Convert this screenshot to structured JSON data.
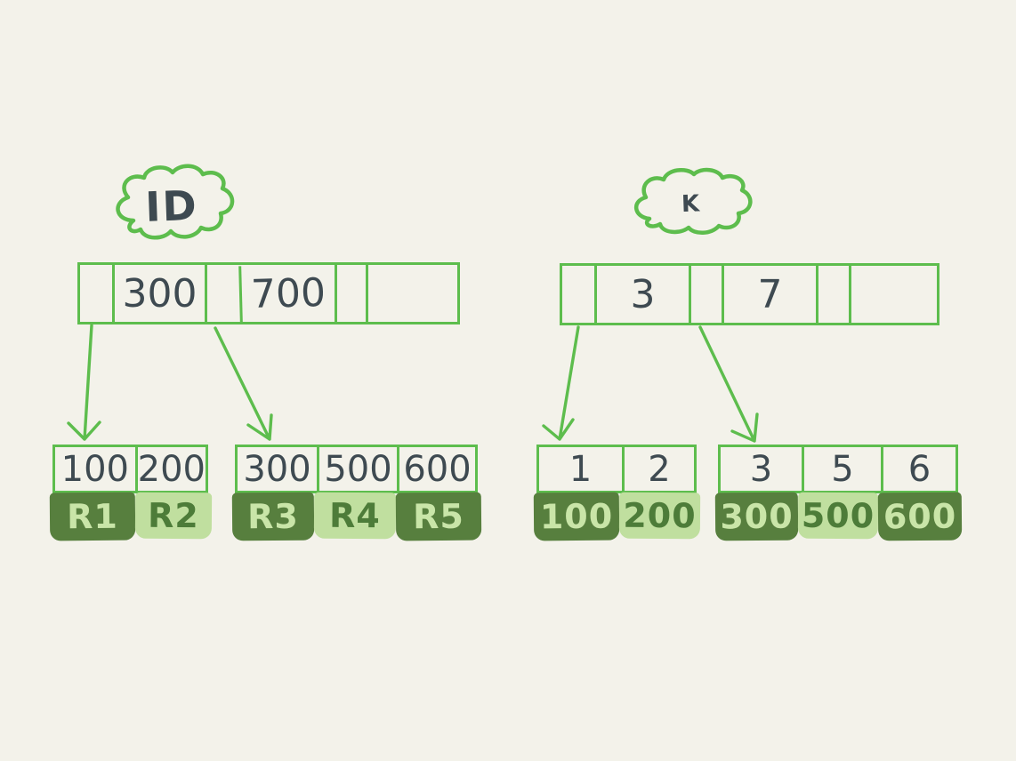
{
  "palette": {
    "background": "#f3f2ea",
    "line_green": "#5dbd4d",
    "dark_green_fill": "#577f3e",
    "light_green_fill": "#c0df9f",
    "ink": "#3e4a51",
    "text_on_dark_fill": "#c9e5a8",
    "text_on_light_fill": "#4d7c39"
  },
  "left_tree": {
    "cloud_label": "ID",
    "internal_node": {
      "keys": [
        "300",
        "700"
      ]
    },
    "leaves": [
      {
        "keys": [
          "100",
          "200"
        ],
        "records": [
          "R1",
          "R2"
        ]
      },
      {
        "keys": [
          "300",
          "500",
          "600"
        ],
        "records": [
          "R3",
          "R4",
          "R5"
        ]
      }
    ]
  },
  "right_tree": {
    "cloud_label": "K",
    "internal_node": {
      "keys": [
        "3",
        "7"
      ]
    },
    "leaves": [
      {
        "keys": [
          "1",
          "2"
        ],
        "records": [
          "100",
          "200"
        ]
      },
      {
        "keys": [
          "3",
          "5",
          "6"
        ],
        "records": [
          "300",
          "500",
          "600"
        ]
      }
    ]
  }
}
